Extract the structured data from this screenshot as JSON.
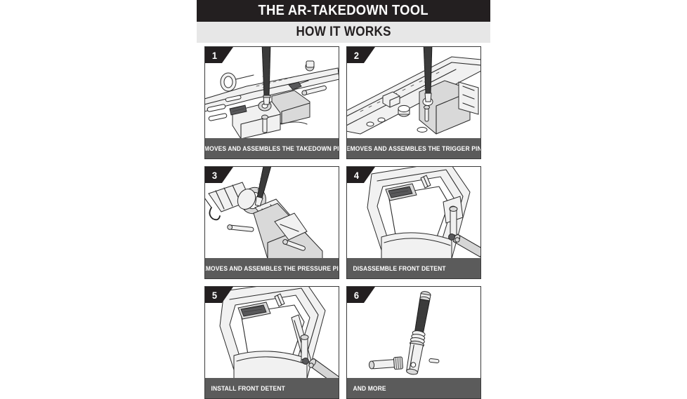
{
  "header": {
    "title": "THE AR-TAKEDOWN TOOL",
    "subtitle": "HOW IT WORKS",
    "title_bg": "#231f20",
    "title_color": "#ffffff",
    "subtitle_bg": "#e7e7e7",
    "subtitle_color": "#231f20"
  },
  "colors": {
    "caption_bg": "#5b5b5b",
    "caption_text": "#ffffff",
    "badge_bg": "#231f20",
    "panel_border": "#3a3a3a",
    "page_bg": "#ffffff"
  },
  "steps": [
    {
      "number": "1",
      "caption": "REMOVES AND ASSEMBLES THE TAKEDOWN PINS",
      "illustration": "ar-lower-receiver-takedown-pin"
    },
    {
      "number": "2",
      "caption": "REMOVES AND ASSEMBLES THE TRIGGER PINS",
      "illustration": "ar-receiver-trigger-pin"
    },
    {
      "number": "3",
      "caption": "REMOVES AND ASSEMBLES THE PRESSURE PINS",
      "illustration": "ar-buffer-tube-pressure-pin"
    },
    {
      "number": "4",
      "caption": "DISASSEMBLE FRONT DETENT",
      "illustration": "ar-front-detent-disassemble"
    },
    {
      "number": "5",
      "caption": "INSTALL FRONT DETENT",
      "illustration": "ar-front-detent-install"
    },
    {
      "number": "6",
      "caption": "AND MORE",
      "illustration": "takedown-tool-product"
    }
  ]
}
